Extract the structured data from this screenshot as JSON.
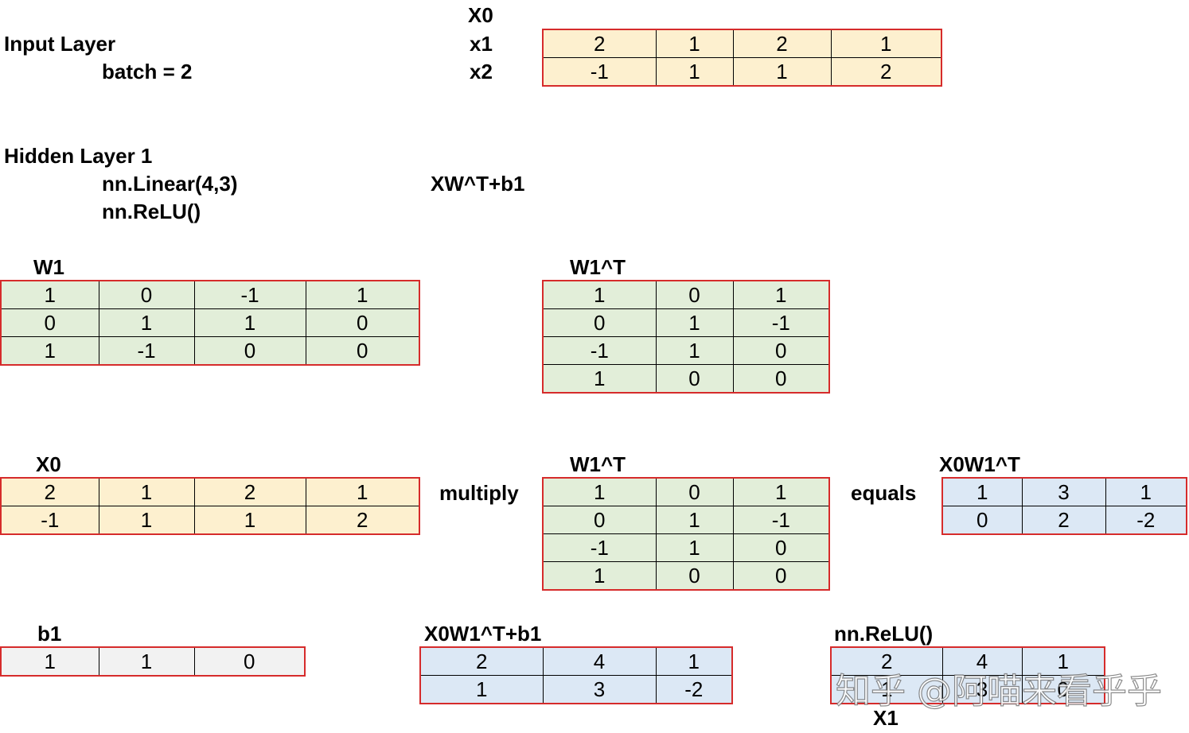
{
  "labels": {
    "x0_top": "X0",
    "x1": "x1",
    "x2": "x2",
    "input_layer": "Input Layer",
    "batch": "batch = 2",
    "hidden_layer": "Hidden Layer 1",
    "linear": "nn.Linear(4,3)",
    "relu": "nn.ReLU()",
    "formula": "XW^T+b1",
    "w1": "W1",
    "w1t": "W1^T",
    "x0": "X0",
    "multiply": "multiply",
    "w1t_2": "W1^T",
    "equals": "equals",
    "x0w1t": "X0W1^T",
    "b1": "b1",
    "x0w1tb1": "X0W1^T+b1",
    "relu_result": "nn.ReLU()",
    "x1_result": "X1"
  },
  "colors": {
    "yellow": "#fdf0cf",
    "green": "#e2eed9",
    "blue": "#dce8f5",
    "gray": "#f2f2f2",
    "border": "#d62b2b"
  },
  "matrices": {
    "x0_top": [
      [
        "2",
        "1",
        "2",
        "1"
      ],
      [
        "-1",
        "1",
        "1",
        "2"
      ]
    ],
    "w1": [
      [
        "1",
        "0",
        "-1",
        "1"
      ],
      [
        "0",
        "1",
        "1",
        "0"
      ],
      [
        "1",
        "-1",
        "0",
        "0"
      ]
    ],
    "w1t": [
      [
        "1",
        "0",
        "1"
      ],
      [
        "0",
        "1",
        "-1"
      ],
      [
        "-1",
        "1",
        "0"
      ],
      [
        "1",
        "0",
        "0"
      ]
    ],
    "x0": [
      [
        "2",
        "1",
        "2",
        "1"
      ],
      [
        "-1",
        "1",
        "1",
        "2"
      ]
    ],
    "w1t_2": [
      [
        "1",
        "0",
        "1"
      ],
      [
        "0",
        "1",
        "-1"
      ],
      [
        "-1",
        "1",
        "0"
      ],
      [
        "1",
        "0",
        "0"
      ]
    ],
    "x0w1t": [
      [
        "1",
        "3",
        "1"
      ],
      [
        "0",
        "2",
        "-2"
      ]
    ],
    "b1": [
      [
        "1",
        "1",
        "0"
      ]
    ],
    "x0w1tb1": [
      [
        "2",
        "4",
        "1"
      ],
      [
        "1",
        "3",
        "-2"
      ]
    ],
    "relu_out": [
      [
        "2",
        "4",
        "1"
      ],
      [
        "1",
        "3",
        "0"
      ]
    ]
  },
  "watermark": "知乎 @阿喵来看乎乎"
}
